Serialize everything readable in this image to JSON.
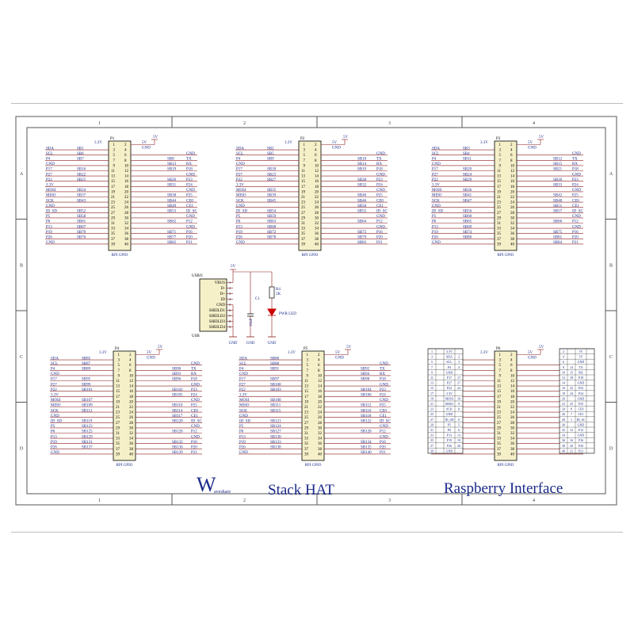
{
  "frame": {
    "columns": [
      "1",
      "2",
      "3",
      "4"
    ],
    "rows": [
      "A",
      "B",
      "C",
      "D"
    ]
  },
  "title_block": {
    "logo_letter": "W",
    "logo_text": "aveshare",
    "title": "Stack HAT",
    "subtitle": "Raspberry Interface"
  },
  "colors": {
    "line": "#8b1a1a",
    "text": "#1a2a8a",
    "pin": "#000000",
    "frame": "#555555",
    "header_fill": "#f5f0c8",
    "led": "#cc0000"
  },
  "headers": [
    {
      "ref": "P1",
      "label": "RPI GPIO",
      "top": "3.3V",
      "top_right": "5V",
      "power_right": "5V",
      "gnd_right": "GND",
      "left": [
        {
          "sig": "SDA",
          "net": "SB1"
        },
        {
          "sig": "SCL",
          "net": "SB6"
        },
        {
          "sig": "P4",
          "net": "SB7"
        },
        {
          "sig": "GND",
          "net": ""
        },
        {
          "sig": "P17",
          "net": "SB16"
        },
        {
          "sig": "P27",
          "net": "SB22"
        },
        {
          "sig": "P22",
          "net": "SB25"
        },
        {
          "sig": "3.3V",
          "net": ""
        },
        {
          "sig": "MOSI",
          "net": "SB34"
        },
        {
          "sig": "MISO",
          "net": "SB37"
        },
        {
          "sig": "SCK",
          "net": "SB43"
        },
        {
          "sig": "GND",
          "net": ""
        },
        {
          "sig": "ID_SD",
          "net": "SB52"
        },
        {
          "sig": "P5",
          "net": "SB58"
        },
        {
          "sig": "P6",
          "net": "SB61"
        },
        {
          "sig": "P13",
          "net": "SB67"
        },
        {
          "sig": "P19",
          "net": "SB70"
        },
        {
          "sig": "P26",
          "net": "SB76"
        },
        {
          "sig": "GND",
          "net": ""
        }
      ],
      "right": [
        {
          "net": "",
          "sig": "GND"
        },
        {
          "net": "SB8",
          "sig": "TX"
        },
        {
          "net": "SB13",
          "sig": "RX"
        },
        {
          "net": "SB19",
          "sig": "P18"
        },
        {
          "net": "",
          "sig": "GND"
        },
        {
          "net": "SB26",
          "sig": "P23"
        },
        {
          "net": "SB31",
          "sig": "P24"
        },
        {
          "net": "",
          "sig": "GND"
        },
        {
          "net": "SB38",
          "sig": "P25"
        },
        {
          "net": "SB44",
          "sig": "CE0"
        },
        {
          "net": "SB49",
          "sig": "CE1"
        },
        {
          "net": "SB53",
          "sig": "ID_SC"
        },
        {
          "net": "",
          "sig": "GND"
        },
        {
          "net": "SB62",
          "sig": "P12"
        },
        {
          "net": "",
          "sig": "GND"
        },
        {
          "net": "SB71",
          "sig": "P16"
        },
        {
          "net": "SB77",
          "sig": "P20"
        },
        {
          "net": "SB82",
          "sig": "P21"
        }
      ]
    },
    {
      "ref": "P2",
      "label": "RPI GPIO",
      "top": "3.3V",
      "top_right": "5V",
      "power_right": "5V",
      "gnd_right": "GND",
      "left": [
        {
          "sig": "SDA",
          "net": "SB2"
        },
        {
          "sig": "SCL",
          "net": "SB5"
        },
        {
          "sig": "P4",
          "net": "SB9"
        },
        {
          "sig": "GND",
          "net": ""
        },
        {
          "sig": "P17",
          "net": "SB18"
        },
        {
          "sig": "P27",
          "net": "SB23"
        },
        {
          "sig": "P22",
          "net": "SB27"
        },
        {
          "sig": "3.3V",
          "net": ""
        },
        {
          "sig": "MOSI",
          "net": "SB35"
        },
        {
          "sig": "MISO",
          "net": "SB39"
        },
        {
          "sig": "SCK",
          "net": "SB45"
        },
        {
          "sig": "GND",
          "net": ""
        },
        {
          "sig": "ID_SD",
          "net": "SB54"
        },
        {
          "sig": "P5",
          "net": "SB59"
        },
        {
          "sig": "P6",
          "net": "SB63"
        },
        {
          "sig": "P13",
          "net": "SB68"
        },
        {
          "sig": "P19",
          "net": "SB72"
        },
        {
          "sig": "P26",
          "net": "SB78"
        },
        {
          "sig": "GND",
          "net": ""
        }
      ],
      "right": [
        {
          "net": "",
          "sig": "GND"
        },
        {
          "net": "SB10",
          "sig": "TX"
        },
        {
          "net": "SB14",
          "sig": "RX"
        },
        {
          "net": "SB19",
          "sig": "P18"
        },
        {
          "net": "",
          "sig": "GND"
        },
        {
          "net": "SB28",
          "sig": "P23"
        },
        {
          "net": "SB32",
          "sig": "P24"
        },
        {
          "net": "",
          "sig": "GND"
        },
        {
          "net": "SB40",
          "sig": "P25"
        },
        {
          "net": "SB46",
          "sig": "CE0"
        },
        {
          "net": "SB50",
          "sig": "CE1"
        },
        {
          "net": "SB55",
          "sig": "ID_SC"
        },
        {
          "net": "",
          "sig": "GND"
        },
        {
          "net": "SB64",
          "sig": "P12"
        },
        {
          "net": "",
          "sig": "GND"
        },
        {
          "net": "SB73",
          "sig": "P16"
        },
        {
          "net": "SB79",
          "sig": "P20"
        },
        {
          "net": "SB83",
          "sig": "P21"
        }
      ]
    },
    {
      "ref": "P3",
      "label": "RPI GPIO",
      "top": "3.3V",
      "top_right": "5V",
      "power_right": "5V",
      "gnd_right": "GND",
      "left": [
        {
          "sig": "SDA",
          "net": "SB3"
        },
        {
          "sig": "SCL",
          "net": "SB4"
        },
        {
          "sig": "P4",
          "net": "SB11"
        },
        {
          "sig": "GND",
          "net": ""
        },
        {
          "sig": "P17",
          "net": "SB20"
        },
        {
          "sig": "P27",
          "net": "SB24"
        },
        {
          "sig": "P22",
          "net": "SB29"
        },
        {
          "sig": "3.3V",
          "net": ""
        },
        {
          "sig": "MOSI",
          "net": "SB36"
        },
        {
          "sig": "MISO",
          "net": "SB41"
        },
        {
          "sig": "SCK",
          "net": "SB47"
        },
        {
          "sig": "GND",
          "net": ""
        },
        {
          "sig": "ID_SD",
          "net": "SB56"
        },
        {
          "sig": "P5",
          "net": "SB60"
        },
        {
          "sig": "P6",
          "net": "SB65"
        },
        {
          "sig": "P13",
          "net": "SB69"
        },
        {
          "sig": "P19",
          "net": "SB74"
        },
        {
          "sig": "P26",
          "net": "SB80"
        },
        {
          "sig": "GND",
          "net": ""
        }
      ],
      "right": [
        {
          "net": "",
          "sig": "GND"
        },
        {
          "net": "SB12",
          "sig": "TX"
        },
        {
          "net": "SB15",
          "sig": "RX"
        },
        {
          "net": "SB21",
          "sig": "P18"
        },
        {
          "net": "",
          "sig": "GND"
        },
        {
          "net": "SB30",
          "sig": "P23"
        },
        {
          "net": "SB33",
          "sig": "P24"
        },
        {
          "net": "",
          "sig": "GND"
        },
        {
          "net": "SB42",
          "sig": "P25"
        },
        {
          "net": "SB48",
          "sig": "CE0"
        },
        {
          "net": "SB51",
          "sig": "CE1"
        },
        {
          "net": "SB57",
          "sig": "ID_SC"
        },
        {
          "net": "",
          "sig": "GND"
        },
        {
          "net": "SB66",
          "sig": "P12"
        },
        {
          "net": "",
          "sig": "GND"
        },
        {
          "net": "SB75",
          "sig": "P16"
        },
        {
          "net": "SB81",
          "sig": "P20"
        },
        {
          "net": "SB84",
          "sig": "P21"
        }
      ]
    },
    {
      "ref": "P4",
      "label": "RPI GPIO",
      "top": "3.3V",
      "top_right": "5V",
      "power_right": "5V",
      "gnd_right": "GND",
      "left": [
        {
          "sig": "SDA",
          "net": "SB85"
        },
        {
          "sig": "SCL",
          "net": "SB87"
        },
        {
          "sig": "P4",
          "net": "SB89"
        },
        {
          "sig": "GND",
          "net": ""
        },
        {
          "sig": "P17",
          "net": "SB95"
        },
        {
          "sig": "P27",
          "net": "SB99"
        },
        {
          "sig": "P22",
          "net": "SB101"
        },
        {
          "sig": "3.3V",
          "net": ""
        },
        {
          "sig": "MOSI",
          "net": "SB107"
        },
        {
          "sig": "MISO",
          "net": "SB109"
        },
        {
          "sig": "SCK",
          "net": "SB113"
        },
        {
          "sig": "GND",
          "net": ""
        },
        {
          "sig": "ID_SD",
          "net": "SB119"
        },
        {
          "sig": "P5",
          "net": "SB123"
        },
        {
          "sig": "P6",
          "net": "SB125"
        },
        {
          "sig": "P13",
          "net": "SB129"
        },
        {
          "sig": "P19",
          "net": "SB131"
        },
        {
          "sig": "P26",
          "net": "SB137"
        },
        {
          "sig": "GND",
          "net": ""
        }
      ],
      "right": [
        {
          "net": "",
          "sig": "GND"
        },
        {
          "net": "SB90",
          "sig": "TX"
        },
        {
          "net": "SB93",
          "sig": "RX"
        },
        {
          "net": "SB96",
          "sig": "P18"
        },
        {
          "net": "",
          "sig": "GND"
        },
        {
          "net": "SB102",
          "sig": "P23"
        },
        {
          "net": "SB105",
          "sig": "P24"
        },
        {
          "net": "",
          "sig": "GND"
        },
        {
          "net": "SB110",
          "sig": "P25"
        },
        {
          "net": "SB114",
          "sig": "CE0"
        },
        {
          "net": "SB117",
          "sig": "CE1"
        },
        {
          "net": "SB120",
          "sig": "ID_SC"
        },
        {
          "net": "",
          "sig": "GND"
        },
        {
          "net": "SB126",
          "sig": "P12"
        },
        {
          "net": "",
          "sig": "GND"
        },
        {
          "net": "SB132",
          "sig": "P16"
        },
        {
          "net": "SB136",
          "sig": "P20"
        },
        {
          "net": "SB139",
          "sig": "P21"
        }
      ]
    },
    {
      "ref": "P5",
      "label": "RPI GPIO",
      "top": "3.3V",
      "top_right": "5V",
      "power_right": "5V",
      "gnd_right": "GND",
      "left": [
        {
          "sig": "SDA",
          "net": "SB86"
        },
        {
          "sig": "SCL",
          "net": "SB88"
        },
        {
          "sig": "P4",
          "net": "SB91"
        },
        {
          "sig": "GND",
          "net": ""
        },
        {
          "sig": "P17",
          "net": "SB97"
        },
        {
          "sig": "P27",
          "net": "SB100"
        },
        {
          "sig": "P22",
          "net": "SB103"
        },
        {
          "sig": "3.3V",
          "net": ""
        },
        {
          "sig": "MOSI",
          "net": "SB108"
        },
        {
          "sig": "MISO",
          "net": "SB111"
        },
        {
          "sig": "SCK",
          "net": "SB115"
        },
        {
          "sig": "GND",
          "net": ""
        },
        {
          "sig": "ID_SD",
          "net": "SB121"
        },
        {
          "sig": "P5",
          "net": "SB124"
        },
        {
          "sig": "P6",
          "net": "SB127"
        },
        {
          "sig": "P13",
          "net": "SB130"
        },
        {
          "sig": "P19",
          "net": "SB133"
        },
        {
          "sig": "P26",
          "net": "SB138"
        },
        {
          "sig": "GND",
          "net": ""
        }
      ],
      "right": [
        {
          "net": "",
          "sig": "GND"
        },
        {
          "net": "SB92",
          "sig": "TX"
        },
        {
          "net": "SB94",
          "sig": "RX"
        },
        {
          "net": "SB98",
          "sig": "P18"
        },
        {
          "net": "",
          "sig": "GND"
        },
        {
          "net": "SB104",
          "sig": "P23"
        },
        {
          "net": "SB106",
          "sig": "P24"
        },
        {
          "net": "",
          "sig": "GND"
        },
        {
          "net": "SB112",
          "sig": "P25"
        },
        {
          "net": "SB116",
          "sig": "CE0"
        },
        {
          "net": "SB118",
          "sig": "CE1"
        },
        {
          "net": "SB122",
          "sig": "ID_SC"
        },
        {
          "net": "",
          "sig": "GND"
        },
        {
          "net": "SB128",
          "sig": "P12"
        },
        {
          "net": "",
          "sig": "GND"
        },
        {
          "net": "SB134",
          "sig": "P16"
        },
        {
          "net": "SB135",
          "sig": "P20"
        },
        {
          "net": "SB140",
          "sig": "P21"
        }
      ]
    },
    {
      "ref": "P6",
      "label": "RPI GPIO",
      "top": "3.3V",
      "top_right": "5V",
      "power_right": "5V",
      "gnd_right": "GND",
      "left": [
        {
          "sig": "SDA",
          "net": ""
        },
        {
          "sig": "SCL",
          "net": ""
        },
        {
          "sig": "P4",
          "net": ""
        },
        {
          "sig": "GND",
          "net": ""
        },
        {
          "sig": "P17",
          "net": ""
        },
        {
          "sig": "P27",
          "net": ""
        },
        {
          "sig": "P22",
          "net": ""
        },
        {
          "sig": "3.3V",
          "net": ""
        },
        {
          "sig": "MOSI",
          "net": ""
        },
        {
          "sig": "MISO",
          "net": ""
        },
        {
          "sig": "SCK",
          "net": ""
        },
        {
          "sig": "GND",
          "net": ""
        },
        {
          "sig": "ID_SD",
          "net": ""
        },
        {
          "sig": "P5",
          "net": ""
        },
        {
          "sig": "P6",
          "net": ""
        },
        {
          "sig": "P13",
          "net": ""
        },
        {
          "sig": "P19",
          "net": ""
        },
        {
          "sig": "P26",
          "net": ""
        },
        {
          "sig": "GND",
          "net": ""
        }
      ],
      "right": [
        {
          "net": "",
          "sig": "GND"
        },
        {
          "net": "",
          "sig": "TX"
        },
        {
          "net": "",
          "sig": "RX"
        },
        {
          "net": "",
          "sig": "P18"
        },
        {
          "net": "",
          "sig": "GND"
        },
        {
          "net": "",
          "sig": "P23"
        },
        {
          "net": "",
          "sig": "P24"
        },
        {
          "net": "",
          "sig": "GND"
        },
        {
          "net": "",
          "sig": "P25"
        },
        {
          "net": "",
          "sig": "CE0"
        },
        {
          "net": "",
          "sig": "CE1"
        },
        {
          "net": "",
          "sig": "ID_SC"
        },
        {
          "net": "",
          "sig": "GND"
        },
        {
          "net": "",
          "sig": "P12"
        },
        {
          "net": "",
          "sig": "GND"
        },
        {
          "net": "",
          "sig": "P16"
        },
        {
          "net": "",
          "sig": "P20"
        },
        {
          "net": "",
          "sig": "P21"
        }
      ]
    }
  ],
  "usb": {
    "ref": "USBJ1",
    "label": "USB",
    "pins": [
      "VBUS",
      "D-",
      "D+",
      "ID",
      "GND",
      "SHEILD1",
      "SHEILD2",
      "SHEILD3",
      "SHEILD4"
    ],
    "power": "5V",
    "gnd": "GND",
    "cap_ref": "C1",
    "cap_value": "10uF",
    "res_ref": "R4",
    "res_value": "2K",
    "led_label": "PWR LED"
  },
  "pin_tables": {
    "left": [
      [
        "1",
        "",
        "3.3V",
        ""
      ],
      [
        "3",
        "",
        "SDA",
        "2"
      ],
      [
        "5",
        "",
        "SCL",
        "3"
      ],
      [
        "7",
        "",
        "P4",
        "4"
      ],
      [
        "9",
        "",
        "GND",
        ""
      ],
      [
        "11",
        "",
        "P17",
        "17"
      ],
      [
        "13",
        "",
        "P27",
        "27"
      ],
      [
        "15",
        "",
        "P22",
        "22"
      ],
      [
        "17",
        "",
        "3.3V",
        ""
      ],
      [
        "19",
        "",
        "MOSI",
        "10"
      ],
      [
        "21",
        "",
        "MISO",
        "9"
      ],
      [
        "23",
        "",
        "SCK",
        "11"
      ],
      [
        "25",
        "",
        "GND",
        ""
      ],
      [
        "27",
        "",
        "ID_SD",
        "0"
      ],
      [
        "29",
        "",
        "P5",
        "5"
      ],
      [
        "31",
        "",
        "P6",
        "6"
      ],
      [
        "33",
        "",
        "P13",
        "13"
      ],
      [
        "35",
        "",
        "P19",
        "19"
      ],
      [
        "37",
        "",
        "P26",
        "26"
      ],
      [
        "39",
        "",
        "GND",
        ""
      ]
    ],
    "right": [
      [
        "2",
        "",
        "5V",
        ""
      ],
      [
        "4",
        "",
        "5V",
        ""
      ],
      [
        "6",
        "",
        "GND",
        ""
      ],
      [
        "8",
        "14",
        "TX",
        ""
      ],
      [
        "10",
        "15",
        "RX",
        ""
      ],
      [
        "12",
        "18",
        "P18",
        ""
      ],
      [
        "14",
        "",
        "GND",
        ""
      ],
      [
        "16",
        "23",
        "P23",
        ""
      ],
      [
        "18",
        "24",
        "P24",
        ""
      ],
      [
        "20",
        "",
        "GND",
        ""
      ],
      [
        "22",
        "25",
        "P25",
        ""
      ],
      [
        "24",
        "8",
        "CE0",
        ""
      ],
      [
        "26",
        "7",
        "CE1",
        ""
      ],
      [
        "28",
        "1",
        "ID_SC",
        ""
      ],
      [
        "30",
        "",
        "GND",
        ""
      ],
      [
        "32",
        "12",
        "P12",
        ""
      ],
      [
        "34",
        "",
        "GND",
        ""
      ],
      [
        "36",
        "16",
        "P16",
        ""
      ],
      [
        "38",
        "20",
        "P20",
        ""
      ],
      [
        "40",
        "21",
        "P21",
        ""
      ]
    ]
  }
}
